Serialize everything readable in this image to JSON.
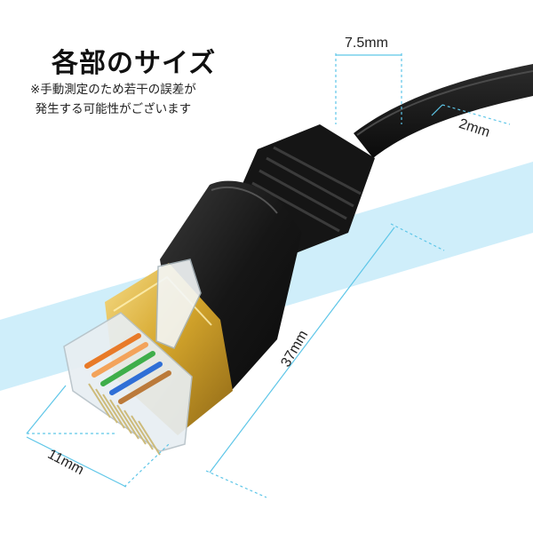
{
  "heading": "各部のサイズ",
  "note": {
    "line1": "※手動測定のため若干の誤差が",
    "line2": "発生する可能性がございます"
  },
  "dimensions": {
    "width": "7.5mm",
    "thickness": "2mm",
    "length": "37mm",
    "plug_height": "11mm"
  },
  "colors": {
    "accent_cyan": "#5ec6e8",
    "band_blue": "#cfeefa",
    "cable_black": "#141414",
    "contacts_gold": "#d2a52a",
    "wire_colors": [
      "#e87a28",
      "#f3a35a",
      "#3fae4a",
      "#2f6fd6",
      "#bb7a3a"
    ]
  }
}
